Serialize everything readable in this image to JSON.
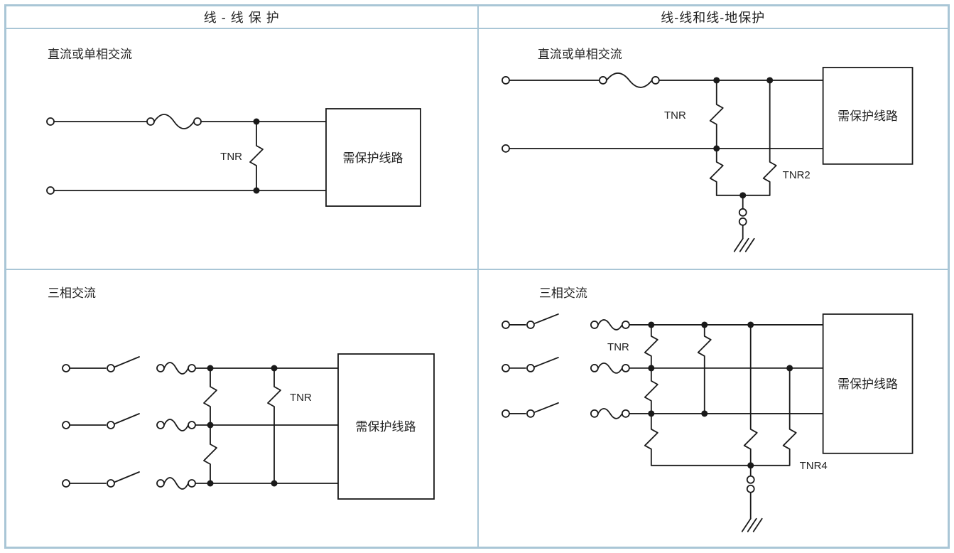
{
  "table": {
    "headers": {
      "left": "线 - 线 保 护",
      "right": "线-线和线-地保护"
    },
    "cells": {
      "top_left": {
        "title": "直流或单相交流",
        "tnr_label": "TNR",
        "box_label": "需保护线路"
      },
      "top_right": {
        "title": "直流或单相交流",
        "tnr_label": "TNR",
        "tnr2_label": "TNR2",
        "box_label": "需保护线路"
      },
      "bottom_left": {
        "title": "三相交流",
        "tnr_label": "TNR",
        "box_label": "需保护线路"
      },
      "bottom_right": {
        "title": "三相交流",
        "tnr_label": "TNR",
        "tnr4_label": "TNR4",
        "box_label": "需保护线路"
      }
    }
  },
  "colors": {
    "grid_border": "#a9c6d6",
    "line": "#1a1a1a",
    "background": "#ffffff"
  }
}
